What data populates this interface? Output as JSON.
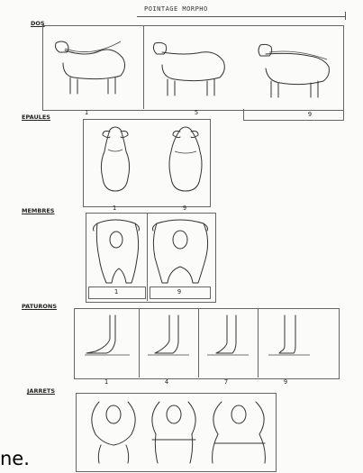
{
  "header": {
    "title": "POINTAGE MORPHO"
  },
  "sections": {
    "dos": {
      "label": "DOS",
      "scores": [
        "1",
        "5",
        "9"
      ]
    },
    "epaules": {
      "label": "EPAULES",
      "scores": [
        "1",
        "9"
      ]
    },
    "membres": {
      "label": "MEMBRES",
      "scores": [
        "1",
        "9"
      ]
    },
    "paturons": {
      "label": "PATURONS",
      "scores": [
        "1",
        "4",
        "7",
        "9"
      ]
    },
    "jarrets": {
      "label": "JARRETS"
    }
  },
  "footer_fragment": "ne."
}
